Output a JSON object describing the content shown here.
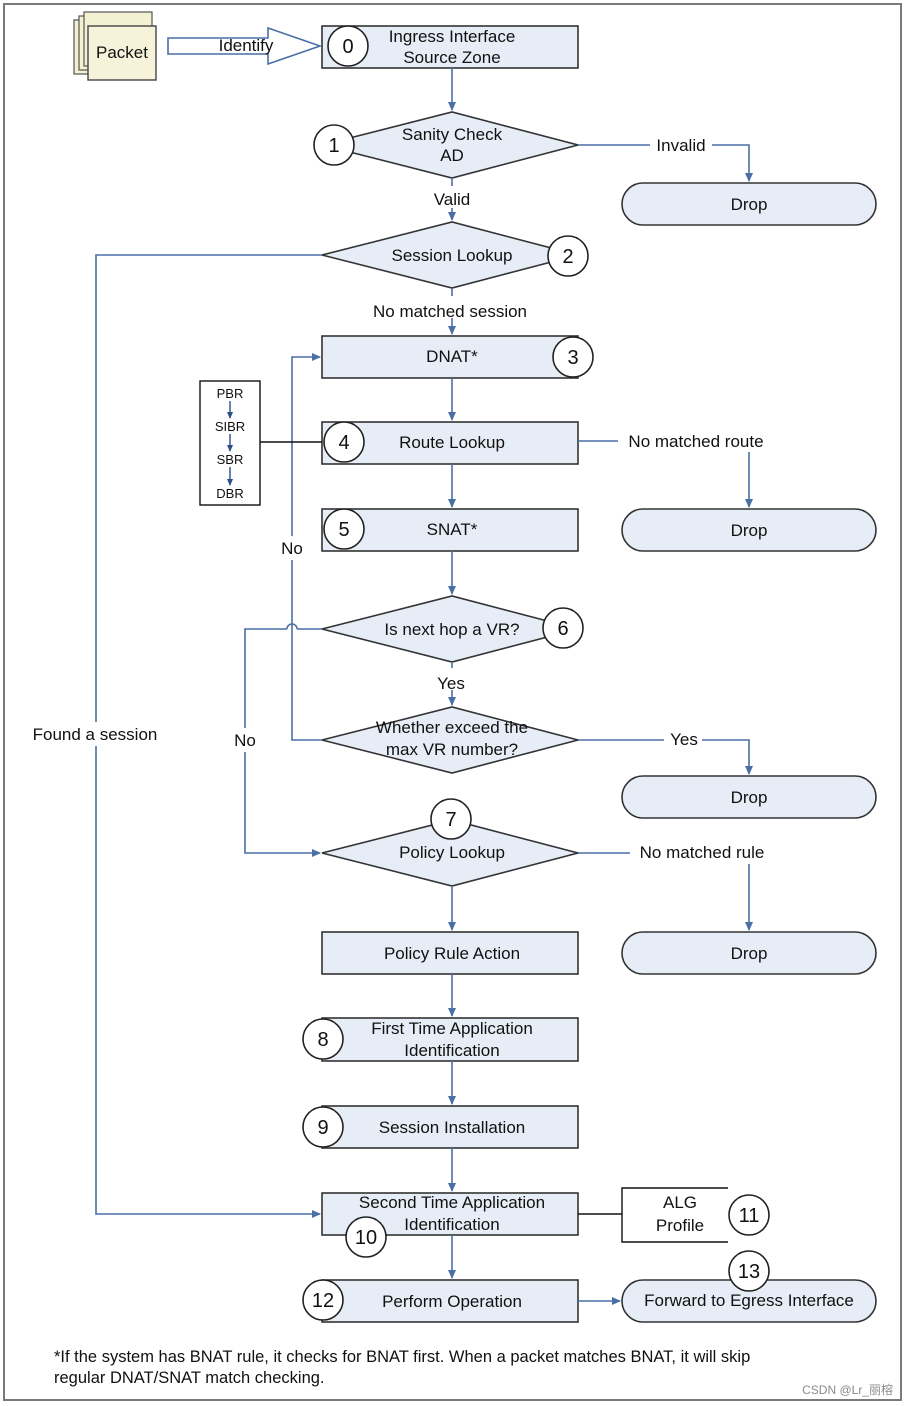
{
  "packet": {
    "label": "Packet",
    "identify": "Identify"
  },
  "steps": {
    "s0": {
      "num": "0",
      "lines": [
        "Ingress Interface",
        "Source Zone"
      ]
    },
    "s1": {
      "num": "1",
      "lines": [
        "Sanity Check",
        "AD"
      ]
    },
    "s2": {
      "num": "2",
      "lines": [
        "Session Lookup"
      ]
    },
    "s3": {
      "num": "3",
      "lines": [
        "DNAT*"
      ]
    },
    "s4": {
      "num": "4",
      "lines": [
        "Route Lookup"
      ]
    },
    "s5": {
      "num": "5",
      "lines": [
        "SNAT*"
      ]
    },
    "s6": {
      "num": "6",
      "lines": [
        "Is next hop a VR?"
      ]
    },
    "s6b": {
      "lines": [
        "Whether exceed the",
        "max VR number?"
      ]
    },
    "s7": {
      "num": "7",
      "lines": [
        "Policy Lookup"
      ]
    },
    "s7b": {
      "lines": [
        "Policy Rule Action"
      ]
    },
    "s8": {
      "num": "8",
      "lines": [
        "First Time Application",
        "Identification"
      ]
    },
    "s9": {
      "num": "9",
      "lines": [
        "Session Installation"
      ]
    },
    "s10": {
      "num": "10",
      "lines": [
        "Second Time Application",
        "Identification"
      ]
    },
    "s11": {
      "num": "11",
      "lines": [
        "ALG",
        "Profile"
      ]
    },
    "s12": {
      "num": "12",
      "lines": [
        "Perform Operation"
      ]
    },
    "s13": {
      "num": "13",
      "lines": [
        "Forward to Egress Interface"
      ]
    }
  },
  "drop_label": "Drop",
  "route_stack": [
    "PBR",
    "SIBR",
    "SBR",
    "DBR"
  ],
  "edge_labels": {
    "invalid": "Invalid",
    "valid": "Valid",
    "no_matched_session": "No matched session",
    "found_session": "Found a session",
    "no_matched_route": "No matched route",
    "no_left": "No",
    "no_inner": "No",
    "yes_vr": "Yes",
    "yes_exceed": "Yes",
    "no_matched_rule": "No matched rule"
  },
  "footnote": [
    "*If the system has BNAT rule, it checks for BNAT first. When a packet matches BNAT, it will skip",
    "regular DNAT/SNAT match checking."
  ],
  "watermark": "CSDN @Lr_丽榕",
  "colors": {
    "node_fill": "#e7edf6",
    "edge": "#4a6fa5",
    "outline": "#333333"
  }
}
